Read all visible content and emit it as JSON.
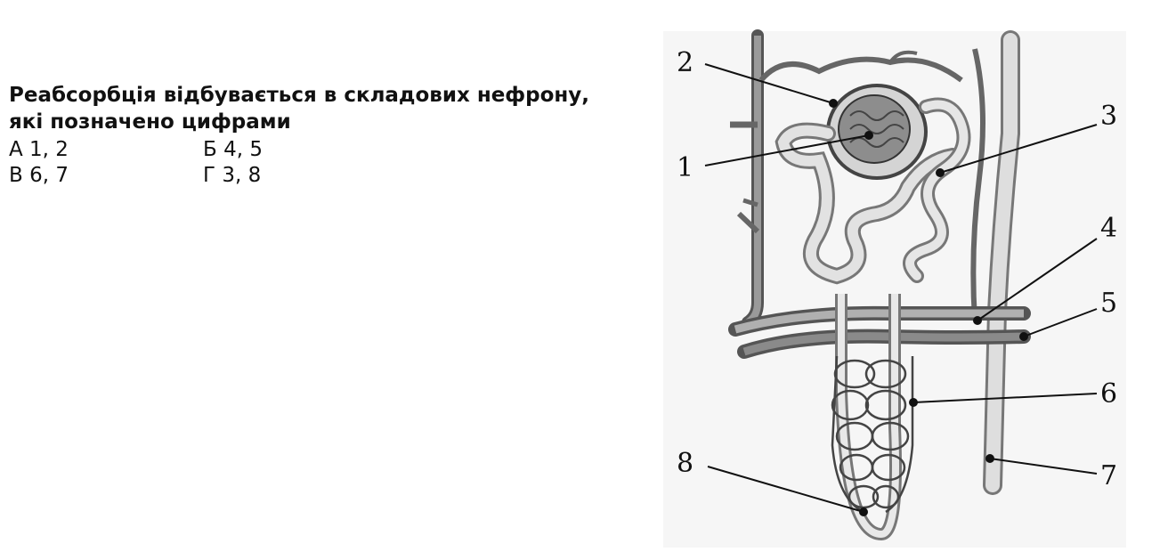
{
  "question": {
    "text_line1": "Реабсорбція відбувається в складових нефрону,",
    "text_line2": "які позначено цифрами",
    "options": [
      {
        "letter": "А",
        "value": "1, 2"
      },
      {
        "letter": "Б",
        "value": "4, 5"
      },
      {
        "letter": "В",
        "value": "6, 7"
      },
      {
        "letter": "Г",
        "value": "3, 8"
      }
    ]
  },
  "diagram": {
    "labels": [
      "1",
      "2",
      "3",
      "4",
      "5",
      "6",
      "7",
      "8"
    ]
  }
}
